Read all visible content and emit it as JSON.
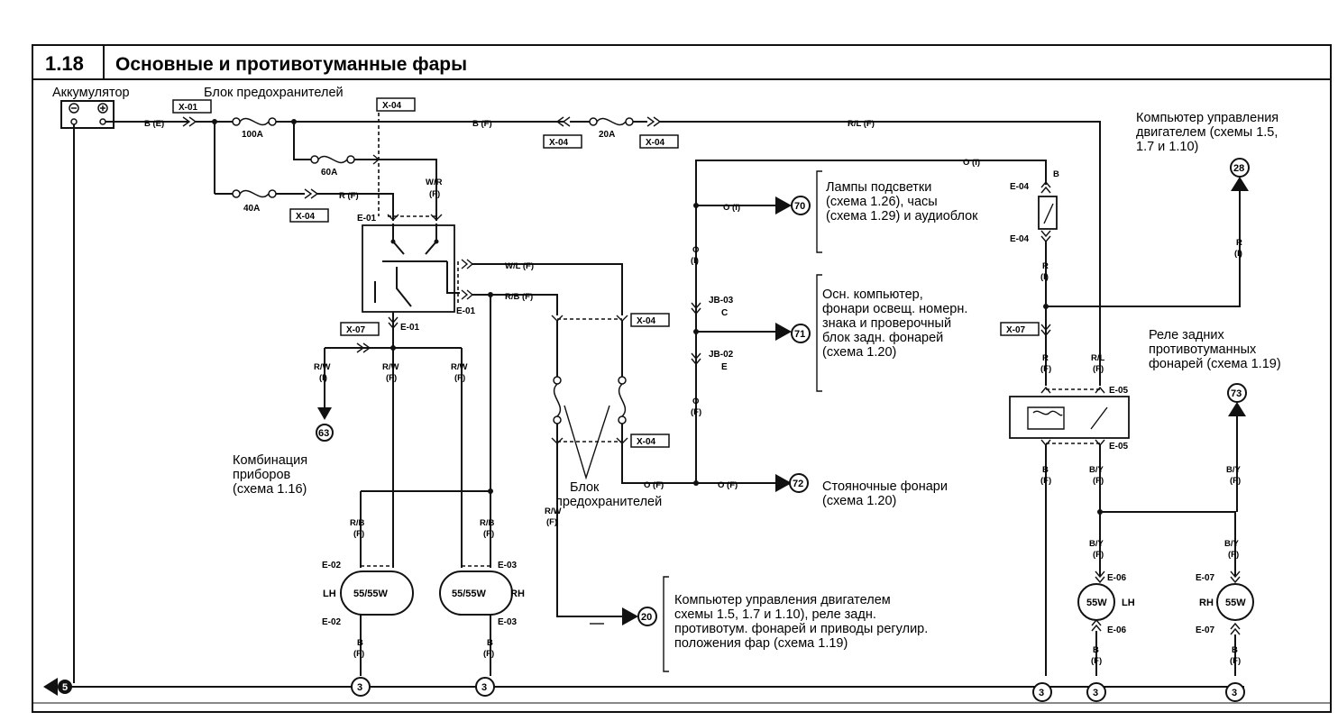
{
  "header": {
    "number": "1.18",
    "title": "Основные и противотуманные фары"
  },
  "labels": {
    "battery": "Аккумулятор",
    "fuse_block_top": "Блок предохранителей",
    "ecu_top_line1": "Компьютер управления",
    "ecu_top_line2": "двигателем (схемы 1.5,",
    "ecu_top_line3": "1.7 и 1.10)",
    "illum_line1": "Лампы подсветки",
    "illum_line2": "(схема 1.26), часы",
    "illum_line3": "(схема 1.29) и аудиоблок",
    "main_ecu_line1": "Осн. компьютер,",
    "main_ecu_line2": "фонари освещ. номерн.",
    "main_ecu_line3": "знака и проверочный",
    "main_ecu_line4": "блок задн. фонарей",
    "main_ecu_line5": "(схема 1.20)",
    "rear_fog_line1": "Реле задних",
    "rear_fog_line2": "противотуманных",
    "rear_fog_line3": "фонарей (схема 1.19)",
    "cluster_line1": "Комбинация",
    "cluster_line2": "приборов",
    "cluster_line3": "(схема 1.16)",
    "fuse_block_mid_line1": "Блок",
    "fuse_block_mid_line2": "предохранителей",
    "parking_line1": "Стояночные фонари",
    "parking_line2": "(схема 1.20)",
    "ecu_bottom_line1": "Компьютер управления двигателем",
    "ecu_bottom_line2": "схемы 1.5, 1.7 и 1.10), реле задн.",
    "ecu_bottom_line3": "противотум. фонарей и приводы регулир.",
    "ecu_bottom_line4": "положения фар (схема 1.19)"
  },
  "connectors": {
    "x01": "X-01",
    "x04a": "X-04",
    "x04b": "X-04",
    "x04c": "X-04",
    "x04d": "X-04",
    "x04e": "X-04",
    "x04f": "X-04",
    "x07a": "X-07",
    "x07b": "X-07"
  },
  "codes": {
    "e01a": "E-01",
    "e01b": "E-01",
    "e01c": "E-01",
    "e02a": "E-02",
    "e02b": "E-02",
    "e03a": "E-03",
    "e03b": "E-03",
    "e04a": "E-04",
    "e04b": "E-04",
    "e05a": "E-05",
    "e05b": "E-05",
    "e06a": "E-06",
    "e06b": "E-06",
    "e07a": "E-07",
    "e07b": "E-07",
    "jb03": "JB-03",
    "jb02": "JB-02",
    "jb03c": "C",
    "jb02e": "E"
  },
  "fuses": {
    "f100": "100A",
    "f60": "60A",
    "f40": "40A",
    "f20": "20A"
  },
  "wires": {
    "b_e": "B (E)",
    "b_f": "B (F)",
    "rl_f": "R/L (F)",
    "o_i_top": "O (I)",
    "o_i_70": "O (I)",
    "r_f_top": "R (F)",
    "wr": "W/R",
    "wr_f": "(F)",
    "wl_f": "W/L (F)",
    "rb_f_top": "R/B (F)",
    "rw_1": "R/W",
    "rw_1b": "(I)",
    "rw_2": "R/W",
    "rw_2b": "(F)",
    "rw_3": "R/W",
    "rw_3b": "(F)",
    "o_v": "O",
    "o_vi": "(I)",
    "o_v2": "O",
    "o_v2f": "(F)",
    "o_f_a": "O (F)",
    "o_f_b": "O (F)",
    "rw_v": "R/W",
    "rw_vf": "(F)",
    "rb_l": "R/B",
    "rb_lf": "(F)",
    "rb_r": "R/B",
    "rb_rf": "(F)",
    "b_l": "B",
    "b_lf": "(F)",
    "b_r": "B",
    "b_rf": "(F)",
    "b_top": "B",
    "r_mid": "R",
    "r_midi": "(I)",
    "r_28": "R",
    "r_28i": "(I)",
    "r_f2": "R",
    "r_f2f": "(F)",
    "rl_f2": "R/L",
    "rl_f2f": "(F)",
    "b_f3": "B",
    "b_f3f": "(F)",
    "by_1": "B/Y",
    "by_1f": "(F)",
    "by_2": "B/Y",
    "by_2f": "(F)",
    "by_3": "B/Y",
    "by_3f": "(F)",
    "by_4": "B/Y",
    "by_4f": "(F)",
    "b_lh2": "B",
    "b_lh2f": "(F)",
    "b_rh2": "B",
    "b_rh2f": "(F)"
  },
  "lamps": {
    "left_head": "55/55W",
    "right_head": "55/55W",
    "left_fog": "55W",
    "right_fog": "55W",
    "lh": "LH",
    "rh": "RH",
    "lh2": "LH",
    "rh2": "RH"
  },
  "refs": {
    "r70": "70",
    "r71": "71",
    "r72": "72",
    "r28": "28",
    "r73": "73",
    "r63": "63",
    "r20": "20",
    "g1": "3",
    "g2": "3",
    "g3": "3",
    "g4": "3",
    "g5": "3",
    "gnd": "5"
  }
}
